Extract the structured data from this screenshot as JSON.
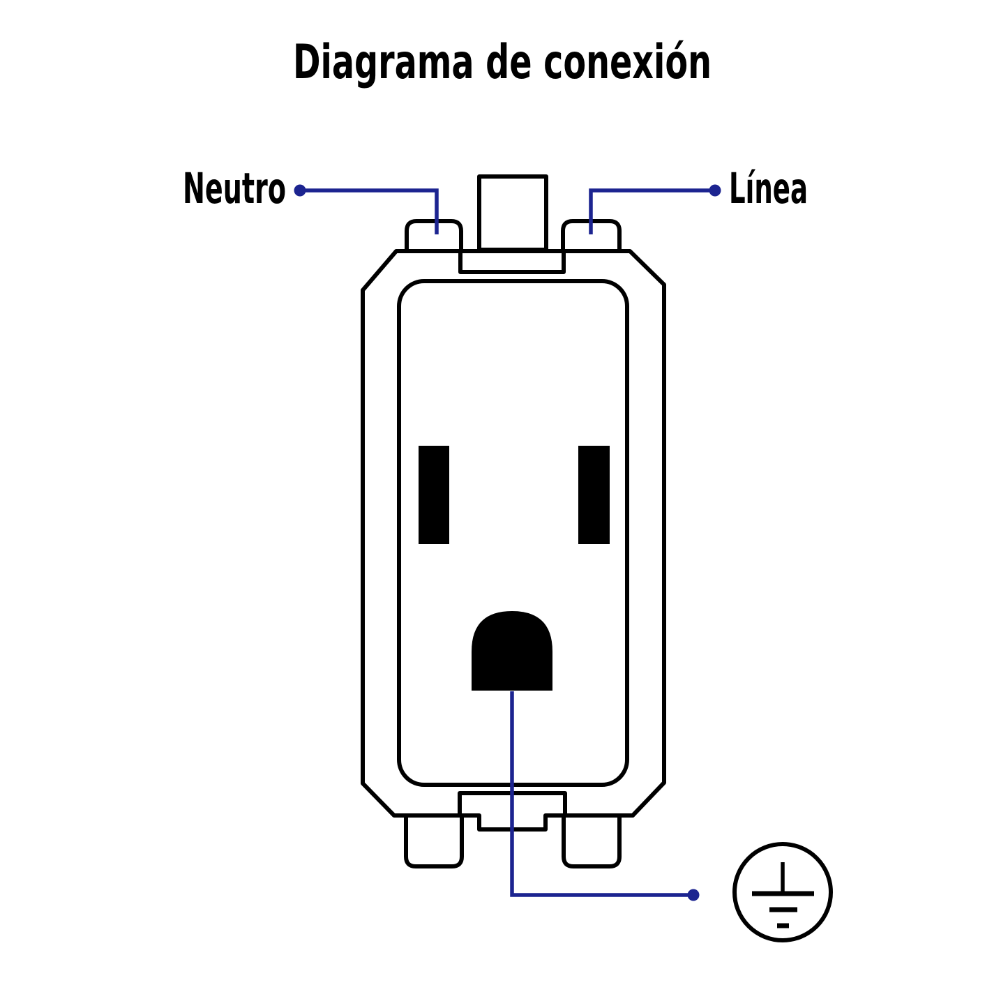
{
  "title": "Diagrama de conexión",
  "labels": {
    "neutral": "Neutro",
    "line": "Línea"
  },
  "colors": {
    "wire_blue": "#1c2490",
    "outline_black": "#000000",
    "background_white": "#ffffff"
  },
  "icons": {
    "ground": "earth-ground-symbol"
  },
  "connections": [
    {
      "label": "Neutro",
      "connects_to": "left-screw-terminal-top"
    },
    {
      "label": "Línea",
      "connects_to": "right-screw-terminal-top"
    },
    {
      "label": "earth-ground-symbol",
      "connects_to": "ground-slot"
    }
  ]
}
